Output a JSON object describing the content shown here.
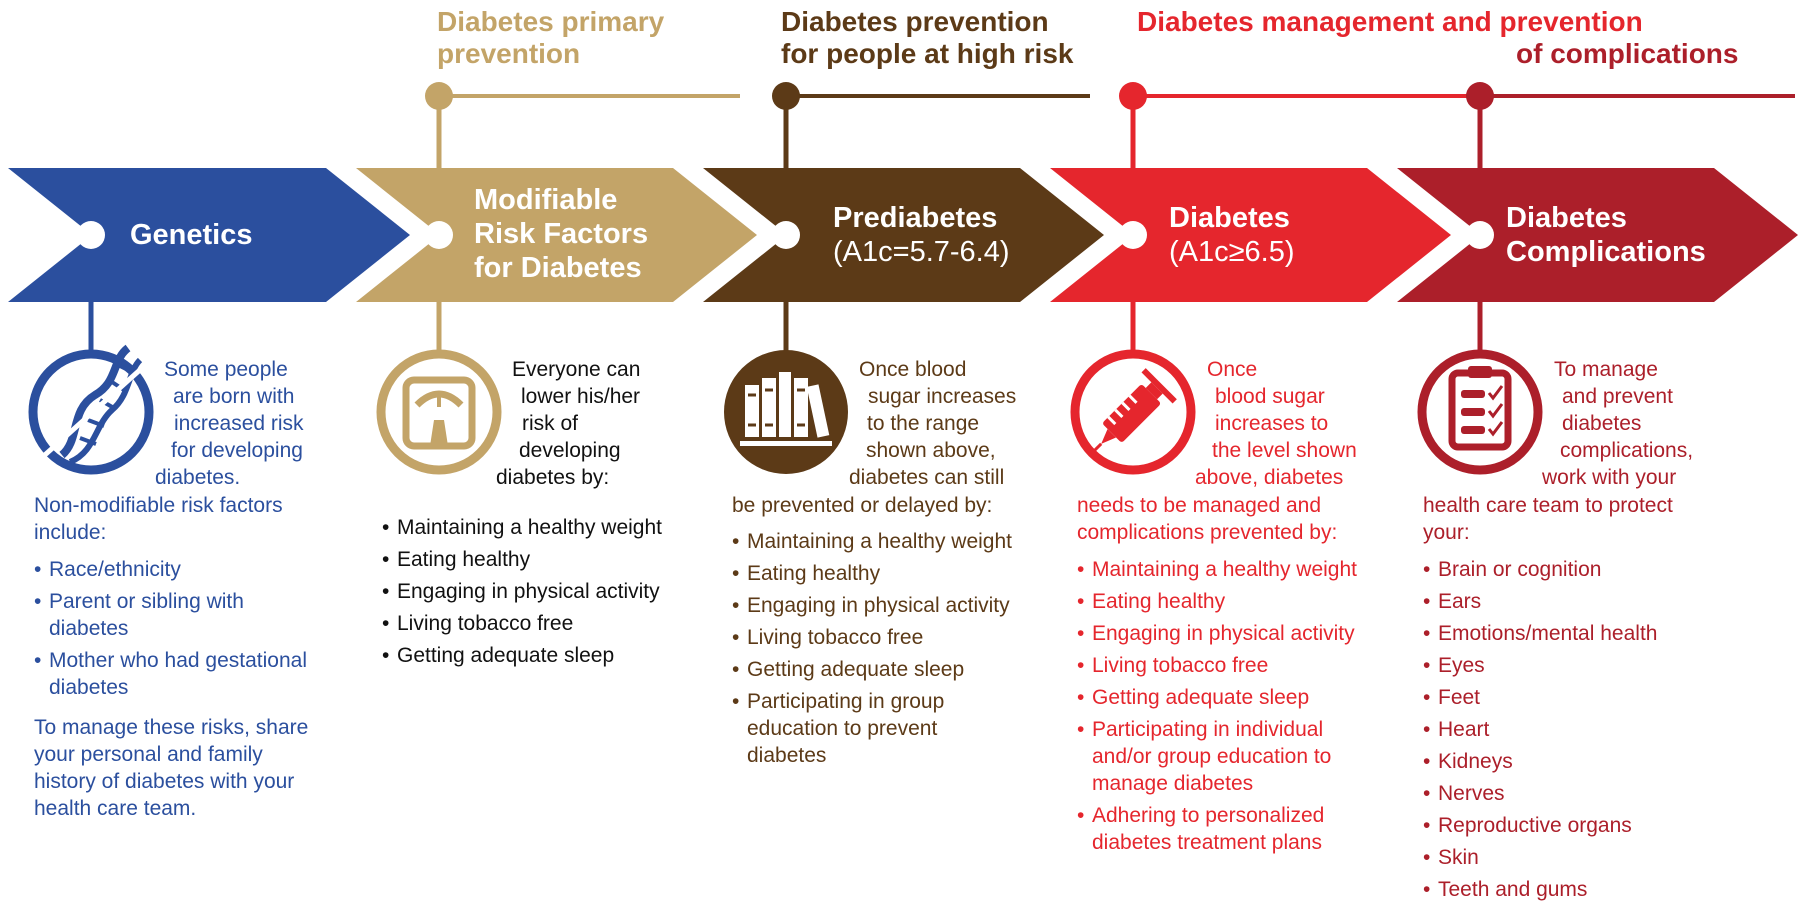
{
  "colors": {
    "genetics": "#2b4f9e",
    "modifiable": "#c3a468",
    "prediabetes": "#5c3a17",
    "diabetes": "#e5262d",
    "complications": "#ac1f2a"
  },
  "headers": {
    "primary": [
      "Diabetes primary",
      "prevention"
    ],
    "high_risk": [
      "Diabetes prevention",
      "for people at high risk"
    ],
    "management": [
      "Diabetes management and prevention",
      "of complications"
    ]
  },
  "stages": [
    {
      "key": "genetics",
      "icon": "dna-icon",
      "title": [
        "Genetics"
      ],
      "subtitle": [],
      "intro": [
        "Some people",
        "are born with",
        "increased risk",
        "for developing",
        "diabetes."
      ],
      "lead": [
        "Non-modifiable risk factors",
        "include:"
      ],
      "bullets": [
        [
          "Race/ethnicity"
        ],
        [
          "Parent or sibling with",
          "diabetes"
        ],
        [
          "Mother who had gestational",
          "diabetes"
        ]
      ],
      "note": [
        "To manage these risks, share",
        "your personal and family",
        "history of diabetes with your",
        "health care team."
      ]
    },
    {
      "key": "modifiable",
      "icon": "scale-icon",
      "title": [
        "Modifiable",
        "Risk Factors",
        "for Diabetes"
      ],
      "subtitle": [],
      "intro": [
        "Everyone can",
        "lower his/her",
        "risk of",
        "developing",
        "diabetes by:"
      ],
      "lead": [],
      "bullets": [
        [
          "Maintaining a healthy weight"
        ],
        [
          "Eating healthy"
        ],
        [
          "Engaging in physical activity"
        ],
        [
          "Living tobacco free"
        ],
        [
          "Getting adequate sleep"
        ]
      ],
      "note": []
    },
    {
      "key": "prediabetes",
      "icon": "books-icon",
      "title": [
        "Prediabetes"
      ],
      "subtitle": [
        "(A1c=5.7-6.4)"
      ],
      "intro": [
        "Once blood",
        "sugar increases",
        "to the range",
        "shown above,",
        "diabetes can still"
      ],
      "lead": [
        "be prevented or delayed by:"
      ],
      "bullets": [
        [
          "Maintaining a healthy weight"
        ],
        [
          "Eating healthy"
        ],
        [
          "Engaging in physical activity"
        ],
        [
          "Living tobacco free"
        ],
        [
          "Getting adequate sleep"
        ],
        [
          "Participating in group",
          "education to prevent",
          "diabetes"
        ]
      ],
      "note": []
    },
    {
      "key": "diabetes",
      "icon": "syringe-icon",
      "title": [
        "Diabetes"
      ],
      "subtitle": [
        "(A1c≥6.5)"
      ],
      "intro": [
        "Once",
        "blood sugar",
        "increases to",
        "the level shown",
        "above, diabetes"
      ],
      "lead": [
        "needs to be managed and",
        "complications prevented by:"
      ],
      "bullets": [
        [
          "Maintaining a healthy weight"
        ],
        [
          "Eating healthy"
        ],
        [
          "Engaging in physical activity"
        ],
        [
          "Living tobacco free"
        ],
        [
          "Getting adequate sleep"
        ],
        [
          "Participating in individual",
          "and/or group education to",
          "manage diabetes"
        ],
        [
          "Adhering to personalized",
          "diabetes treatment plans"
        ]
      ],
      "note": []
    },
    {
      "key": "complications",
      "icon": "clipboard-checklist-icon",
      "title": [
        "Diabetes",
        "Complications"
      ],
      "subtitle": [],
      "intro": [
        "To manage",
        "and prevent",
        "diabetes",
        "complications,",
        "work with your"
      ],
      "lead": [
        "health care team to protect",
        "your:"
      ],
      "bullets": [
        [
          "Brain or cognition"
        ],
        [
          "Ears"
        ],
        [
          "Emotions/mental health"
        ],
        [
          "Eyes"
        ],
        [
          "Feet"
        ],
        [
          "Heart"
        ],
        [
          "Kidneys"
        ],
        [
          "Nerves"
        ],
        [
          "Reproductive organs"
        ],
        [
          "Skin"
        ],
        [
          "Teeth and gums"
        ]
      ],
      "note": []
    }
  ]
}
